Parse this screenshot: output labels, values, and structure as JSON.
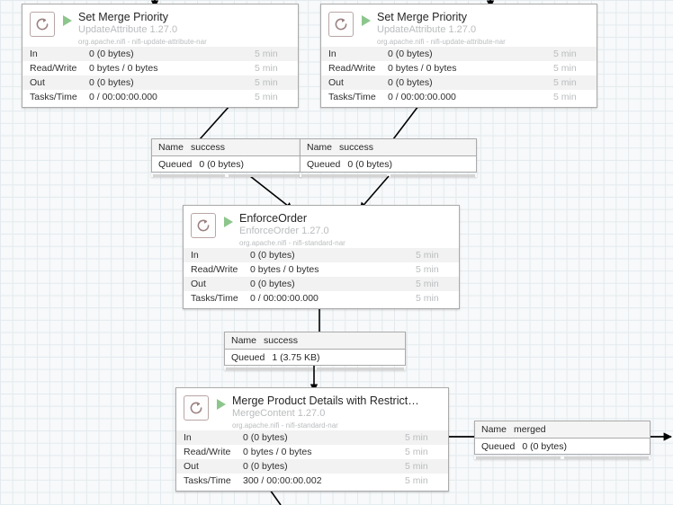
{
  "canvas": {
    "grid_color": "#e3eaee",
    "background_color": "#f7f9fa",
    "accent_running_color": "#8cc68c",
    "connection_line_color": "#000000"
  },
  "stat_labels": {
    "in": "In",
    "read_write": "Read/Write",
    "out": "Out",
    "tasks_time": "Tasks/Time"
  },
  "connection_labels": {
    "name_key": "Name",
    "queued_key": "Queued"
  },
  "processors": [
    {
      "id": "set-merge-priority-1",
      "name": "Set Merge Priority",
      "type": "UpdateAttribute 1.27.0",
      "bundle": "org.apache.nifi - nifi-update-attribute-nar",
      "status_icon": "run-triangle-icon",
      "stats": {
        "in": "0 (0 bytes)",
        "in_time": "5 min",
        "read_write": "0 bytes / 0 bytes",
        "read_write_time": "5 min",
        "out": "0 (0 bytes)",
        "out_time": "5 min",
        "tasks_time": "0 / 00:00:00.000",
        "tasks_time_time": "5 min"
      }
    },
    {
      "id": "set-merge-priority-2",
      "name": "Set Merge Priority",
      "type": "UpdateAttribute 1.27.0",
      "bundle": "org.apache.nifi - nifi-update-attribute-nar",
      "status_icon": "run-triangle-icon",
      "stats": {
        "in": "0 (0 bytes)",
        "in_time": "5 min",
        "read_write": "0 bytes / 0 bytes",
        "read_write_time": "5 min",
        "out": "0 (0 bytes)",
        "out_time": "5 min",
        "tasks_time": "0 / 00:00:00.000",
        "tasks_time_time": "5 min"
      }
    },
    {
      "id": "enforce-order",
      "name": "EnforceOrder",
      "type": "EnforceOrder 1.27.0",
      "bundle": "org.apache.nifi - nifi-standard-nar",
      "status_icon": "run-triangle-icon",
      "stats": {
        "in": "0 (0 bytes)",
        "in_time": "5 min",
        "read_write": "0 bytes / 0 bytes",
        "read_write_time": "5 min",
        "out": "0 (0 bytes)",
        "out_time": "5 min",
        "tasks_time": "0 / 00:00:00.000",
        "tasks_time_time": "5 min"
      }
    },
    {
      "id": "merge-product-details",
      "name": "Merge Product Details with Restrict…",
      "type": "MergeContent 1.27.0",
      "bundle": "org.apache.nifi - nifi-standard-nar",
      "status_icon": "run-triangle-icon",
      "stats": {
        "in": "0 (0 bytes)",
        "in_time": "5 min",
        "read_write": "0 bytes / 0 bytes",
        "read_write_time": "5 min",
        "out": "0 (0 bytes)",
        "out_time": "5 min",
        "tasks_time": "300 / 00:00:00.002",
        "tasks_time_time": "5 min"
      }
    }
  ],
  "connections": [
    {
      "id": "conn-success-left",
      "name": "success",
      "queued": "0 (0 bytes)"
    },
    {
      "id": "conn-success-right",
      "name": "success",
      "queued": "0 (0 bytes)"
    },
    {
      "id": "conn-success-middle",
      "name": "success",
      "queued": "1 (3.75 KB)"
    },
    {
      "id": "conn-merged",
      "name": "merged",
      "queued": "0 (0 bytes)"
    }
  ]
}
